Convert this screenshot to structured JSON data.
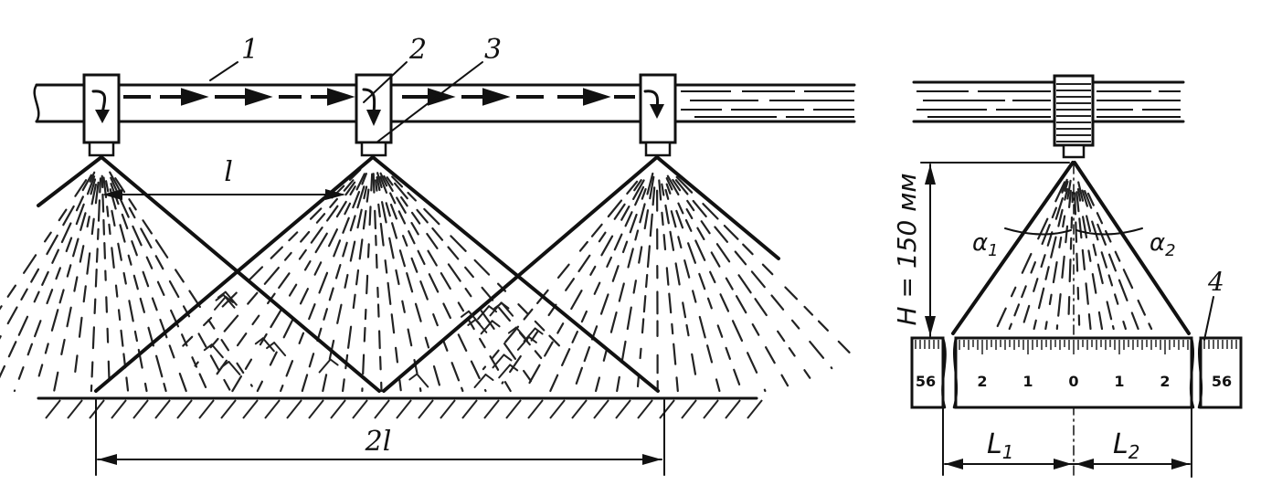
{
  "labels": {
    "pipe": "1",
    "nozzle": "2",
    "orifice": "3",
    "ruler": "4",
    "spacing": "l",
    "double_spacing": "2l",
    "height": "H = 150 мм",
    "angle_left": "α",
    "angle_left_sub": "1",
    "angle_right": "α",
    "angle_right_sub": "2",
    "width_left": "L",
    "width_left_sub": "1",
    "width_right": "L",
    "width_right_sub": "2"
  },
  "ruler": {
    "end_left": "56",
    "end_right": "56",
    "ticks": [
      "2",
      "1",
      "0",
      "1",
      "2"
    ]
  },
  "colors": {
    "ink": "#111111",
    "paper": "#ffffff"
  }
}
